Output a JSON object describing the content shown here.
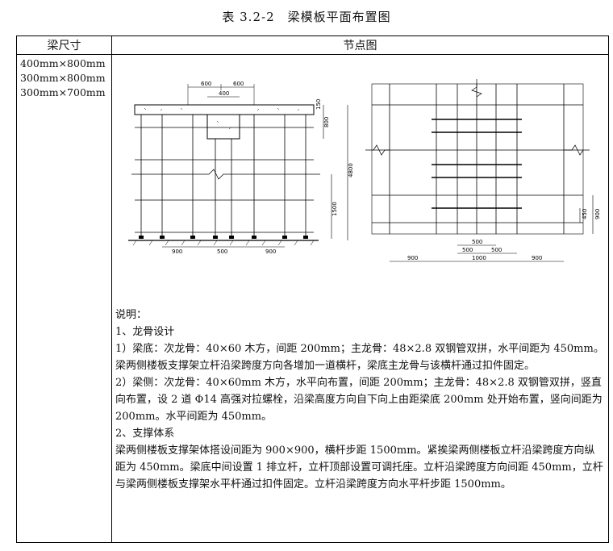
{
  "caption": "表 3.2-2　梁模板平面布置图",
  "table": {
    "header_col1": "梁尺寸",
    "header_col2": "节点图",
    "sizes": [
      "400mm×800mm",
      "300mm×800mm",
      "300mm×700mm"
    ]
  },
  "figure": {
    "left_dims": {
      "top_600a": "600",
      "top_600b": "600",
      "top_400": "400",
      "side_150": "150",
      "side_800": "800",
      "side_4800": "4800",
      "side_1500": "1500",
      "bottom_900a": "900",
      "bottom_500": "500",
      "bottom_900b": "900"
    },
    "right_dims": {
      "side_900": "900",
      "side_450": "450",
      "bot_500a": "500",
      "bot_500b": "500",
      "bot_500c": "500",
      "bot_900a": "900",
      "bot_1000": "1000",
      "bot_900b": "900"
    }
  },
  "notes": [
    "说明：",
    "1、龙骨设计",
    "1）梁底：次龙骨：40×60 木方，间距 200mm；主龙骨：48×2.8 双钢管双拼，水平间距为 450mm。梁两侧楼板支撑架立杆沿梁跨度方向各增加一道横杆，梁底主龙骨与该横杆通过扣件固定。",
    "2）梁侧：次龙骨：40×60mm 木方，水平向布置，间距 200mm；主龙骨：48×2.8 双钢管双拼，竖直向布置，设 2 道 Φ14 高强对拉螺栓，沿梁高度方向自下向上由距梁底 200mm 处开始布置，竖向间距为 200mm。水平间距为 450mm。",
    "2、支撑体系",
    "梁两侧楼板支撑架体搭设间距为 900×900，横杆步距 1500mm。紧挨梁两侧楼板立杆沿梁跨度方向纵距为 450mm。梁底中间设置 1 排立杆，立杆顶部设置可调托座。立杆沿梁跨度方向间距 450mm，立杆与梁两侧楼板支撑架水平杆通过扣件固定。立杆沿梁跨度方向水平杆步距 1500mm。"
  ]
}
